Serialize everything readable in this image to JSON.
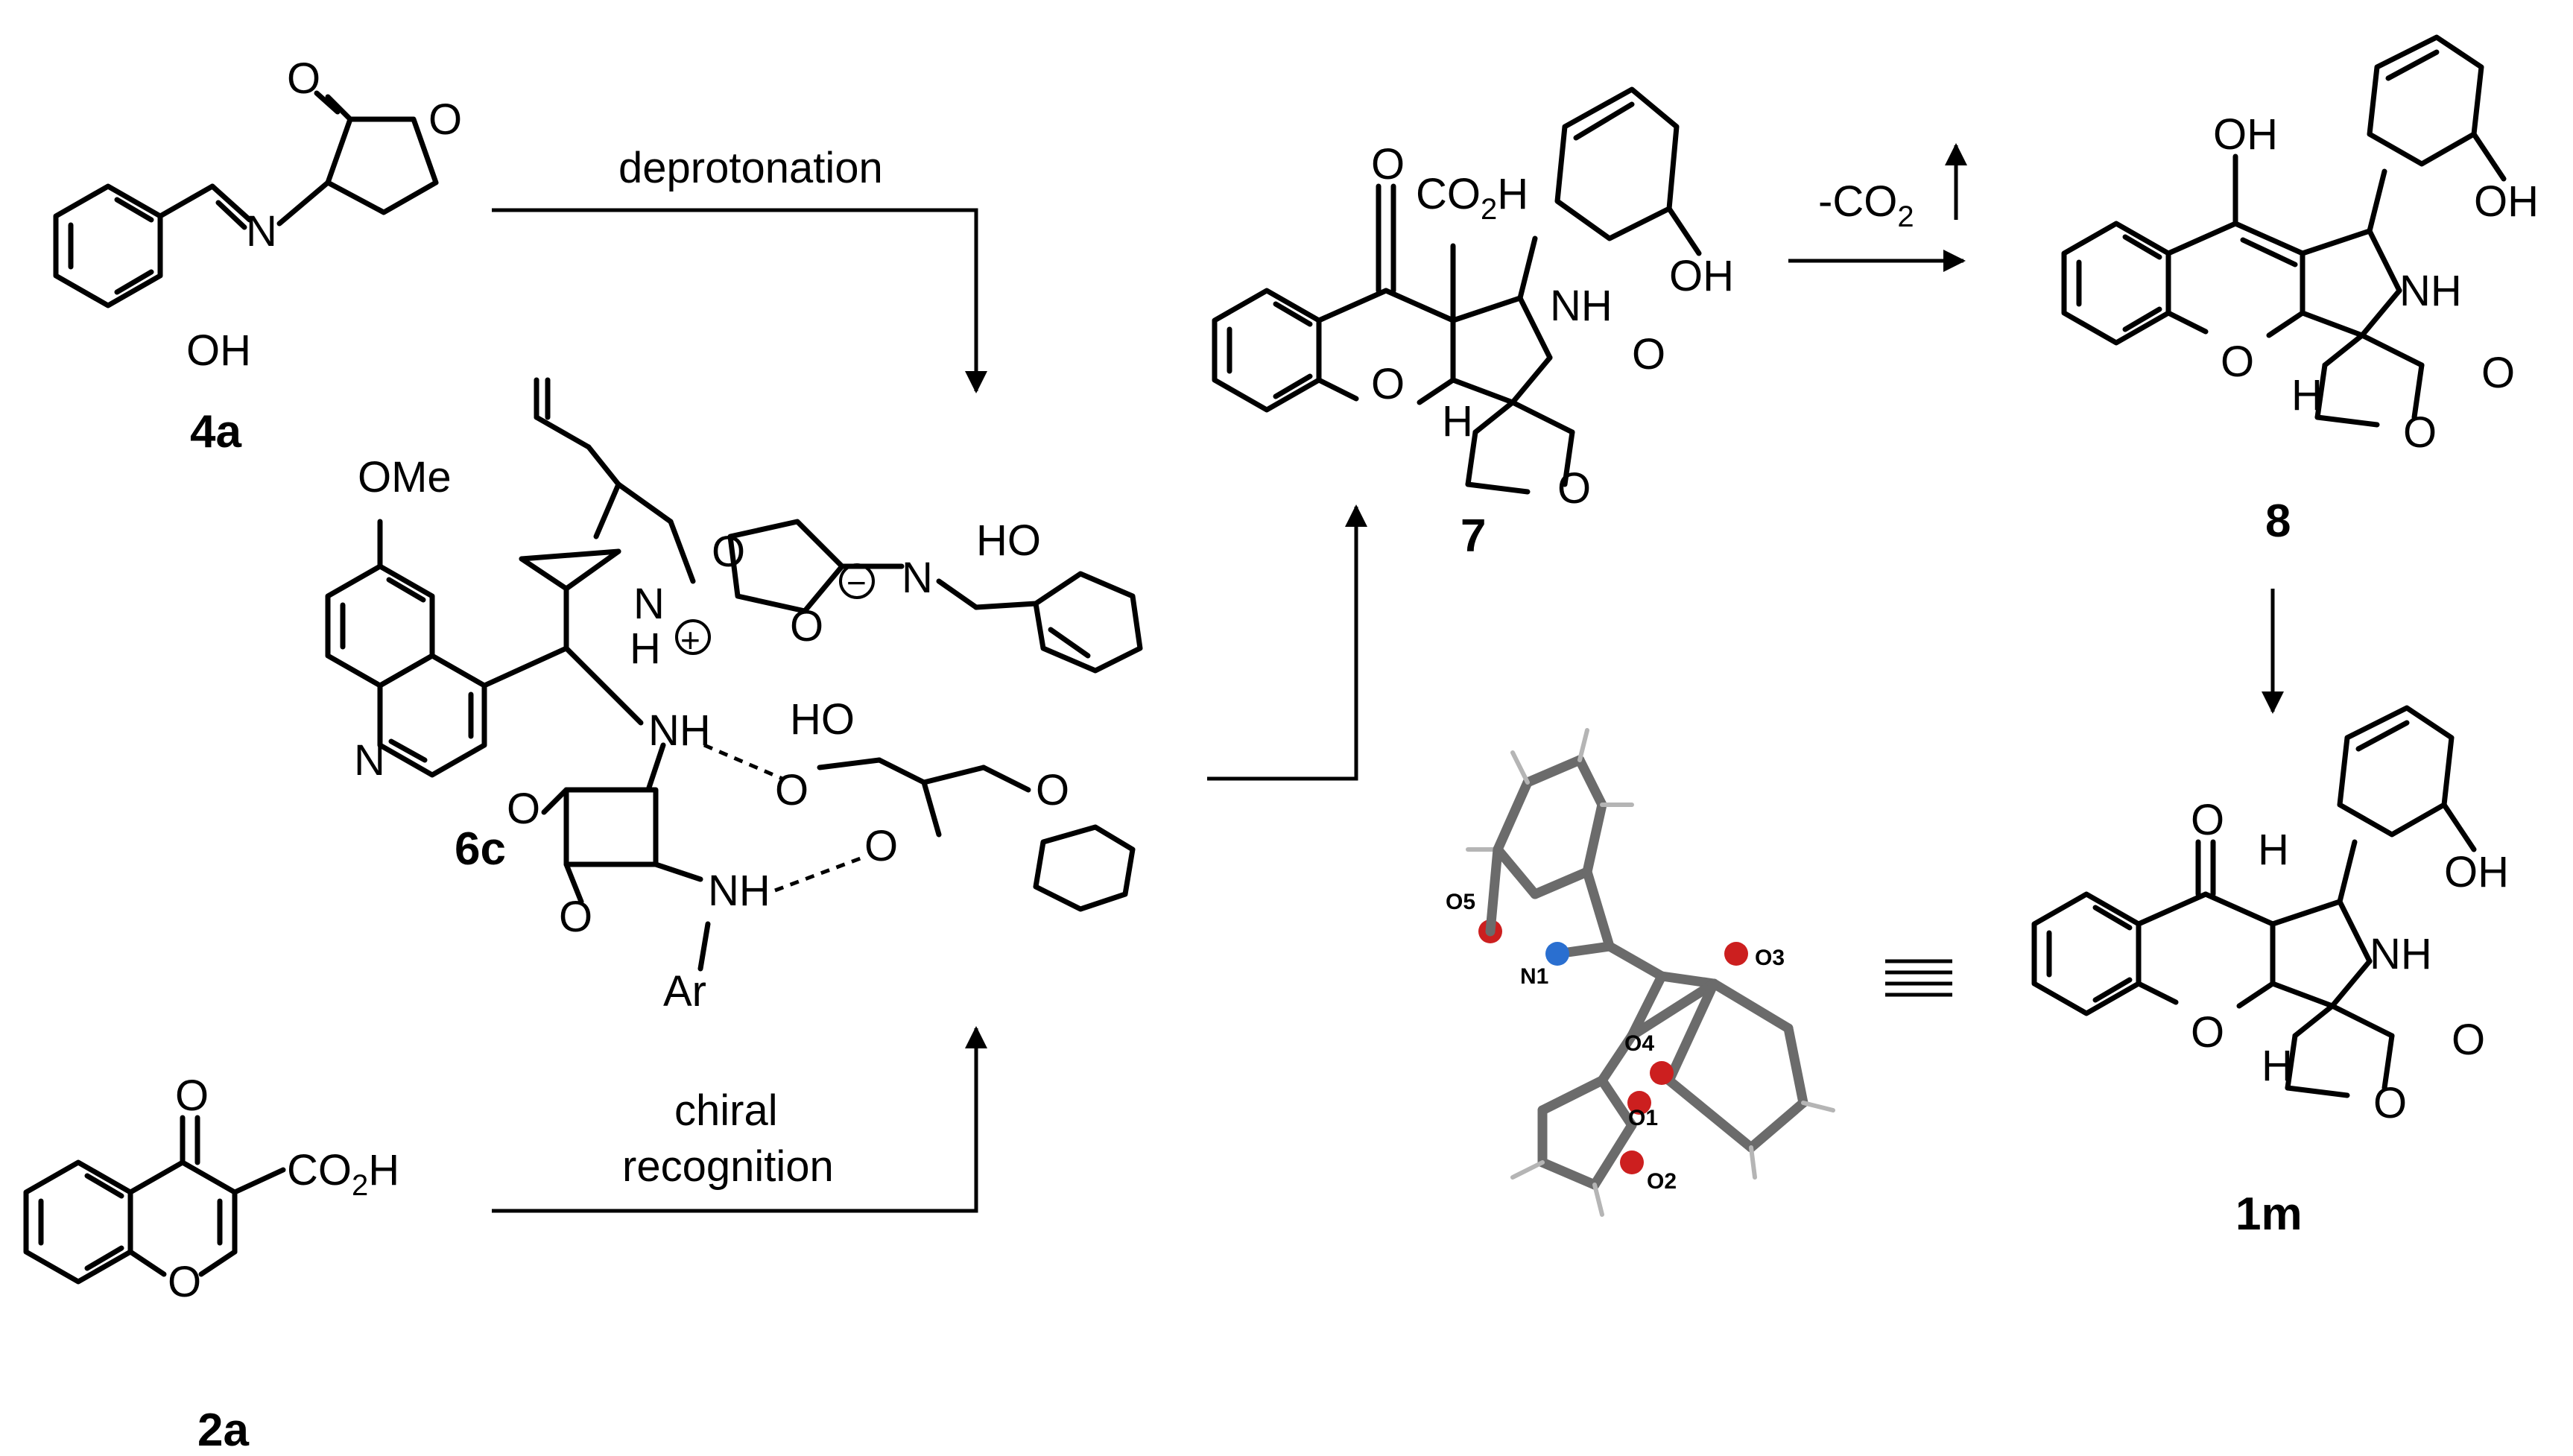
{
  "labels": {
    "cmp_4a": "4a",
    "cmp_2a": "2a",
    "cmp_6c": "6c",
    "cmp_7": "7",
    "cmp_8": "8",
    "cmp_1m": "1m",
    "deprotonation": "deprotonation",
    "chiral": "chiral",
    "recognition": "recognition",
    "minus_co2": "-CO",
    "minus_co2_sub": "2"
  },
  "atoms": {
    "O": "O",
    "OH": "OH",
    "HO": "HO",
    "N": "N",
    "NH": "NH",
    "H": "H",
    "CO": "CO",
    "two": "2",
    "OMe": "OMe",
    "Ar": "Ar",
    "plus": "+",
    "minus": "−"
  },
  "crystal_atoms": {
    "O1": "O1",
    "O2": "O2",
    "O3": "O3",
    "O4": "O4",
    "O5": "O5",
    "N1": "N1"
  },
  "colors": {
    "carbon": "#6b6b6b",
    "oxygen": "#cc1f1f",
    "nitrogen": "#2a6fd0",
    "hydrogen": "#b5b5b5"
  }
}
